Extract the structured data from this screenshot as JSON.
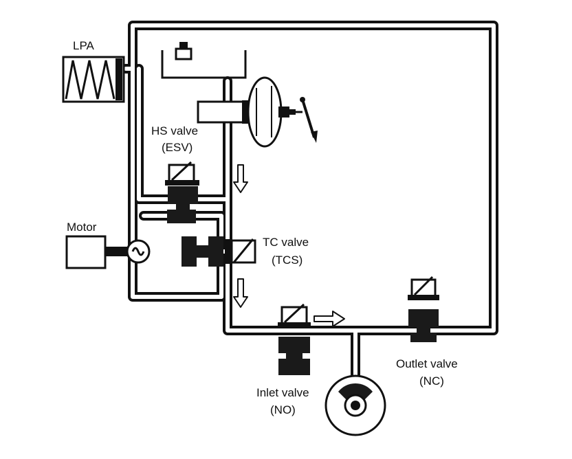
{
  "labels": {
    "lpa": "LPA",
    "hs_valve_line1": "HS valve",
    "hs_valve_line2": "(ESV)",
    "motor": "Motor",
    "tc_valve_line1": "TC valve",
    "tc_valve_line2": "(TCS)",
    "inlet_valve_line1": "Inlet valve",
    "inlet_valve_line2": "(NO)",
    "outlet_valve_line1": "Outlet valve",
    "outlet_valve_line2": "(NC)"
  },
  "colors": {
    "line": "#111111",
    "fill_dark": "#1a1a1a",
    "background": "#ffffff"
  }
}
